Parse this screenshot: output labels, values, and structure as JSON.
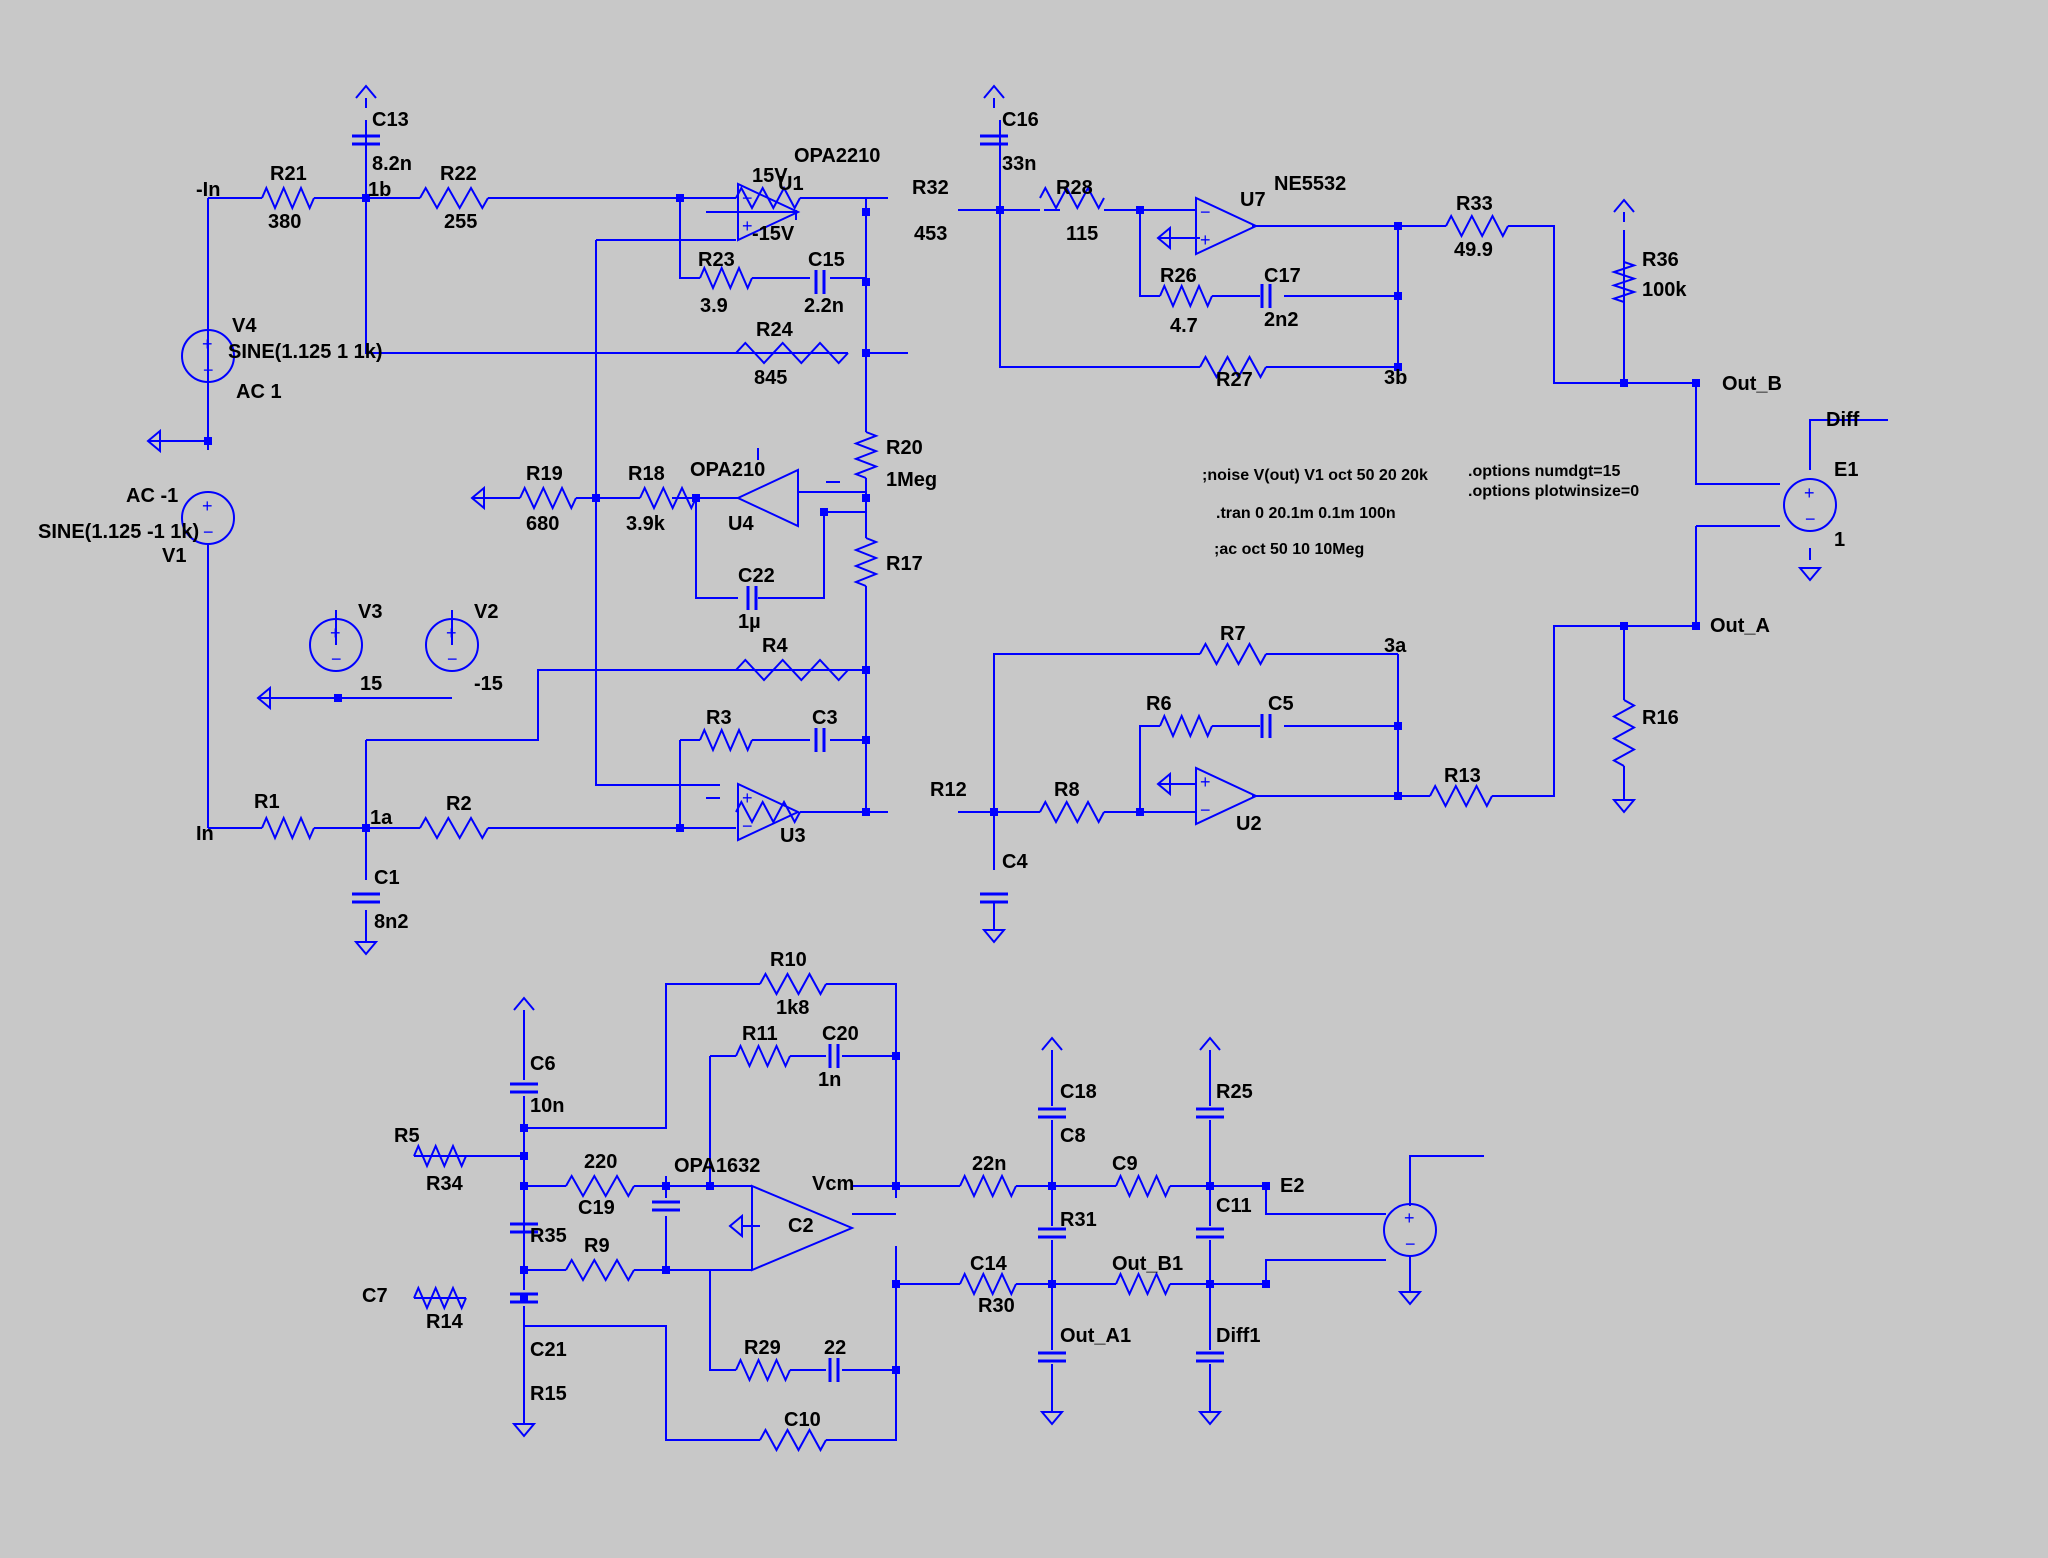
{
  "colors": {
    "background": "#c8c8c8",
    "wire": "#0000ff",
    "text": "#000000"
  },
  "directives": {
    "noise": ";noise V(out) V1 oct 50 20 20k",
    "tran": ".tran 0 20.1m 0.1m 100n",
    "ac": ";ac oct 50 10 10Meg",
    "opt1": ".options numdgt=15",
    "opt2": ".options plotwinsize=0"
  },
  "labels": [
    {
      "text": "C13"
    },
    {
      "text": "8.2n"
    },
    {
      "text": "-In"
    },
    {
      "text": "R21"
    },
    {
      "text": "380"
    },
    {
      "text": "1b"
    },
    {
      "text": "R22"
    },
    {
      "text": "255"
    },
    {
      "text": "U1"
    },
    {
      "text": "OPA2210"
    },
    {
      "text": "15V"
    },
    {
      "text": "-15V"
    },
    {
      "text": "R23"
    },
    {
      "text": "3.9"
    },
    {
      "text": "C15"
    },
    {
      "text": "2.2n"
    },
    {
      "text": "R24"
    },
    {
      "text": "845"
    },
    {
      "text": "V4"
    },
    {
      "text": "SINE(1.125 1 1k)"
    },
    {
      "text": "AC 1"
    },
    {
      "text": "AC -1"
    },
    {
      "text": "SINE(1.125 -1 1k)"
    },
    {
      "text": "V1"
    },
    {
      "text": "R19"
    },
    {
      "text": "680"
    },
    {
      "text": "R18"
    },
    {
      "text": "3.9k"
    },
    {
      "text": "OPA210"
    },
    {
      "text": "U4"
    },
    {
      "text": "C22"
    },
    {
      "text": "1µ"
    },
    {
      "text": "R20"
    },
    {
      "text": "1Meg"
    },
    {
      "text": "R17"
    },
    {
      "text": "V3"
    },
    {
      "text": "V2"
    },
    {
      "text": "15"
    },
    {
      "text": "-15"
    },
    {
      "text": "R4"
    },
    {
      "text": "R3"
    },
    {
      "text": "C3"
    },
    {
      "text": "U3"
    },
    {
      "text": "R1"
    },
    {
      "text": "In"
    },
    {
      "text": "1a"
    },
    {
      "text": "R2"
    },
    {
      "text": "C1"
    },
    {
      "text": "8n2"
    },
    {
      "text": "C16"
    },
    {
      "text": "33n"
    },
    {
      "text": "R32"
    },
    {
      "text": "453"
    },
    {
      "text": "R28"
    },
    {
      "text": "115"
    },
    {
      "text": "U7"
    },
    {
      "text": "NE5532"
    },
    {
      "text": "R26"
    },
    {
      "text": "4.7"
    },
    {
      "text": "C17"
    },
    {
      "text": "2n2"
    },
    {
      "text": "R27"
    },
    {
      "text": "3b"
    },
    {
      "text": "R33"
    },
    {
      "text": "49.9"
    },
    {
      "text": "R36"
    },
    {
      "text": "100k"
    },
    {
      "text": "Out_B"
    },
    {
      "text": "Diff"
    },
    {
      "text": "E1"
    },
    {
      "text": "1"
    },
    {
      "text": "Out_A"
    },
    {
      "text": "R16"
    },
    {
      "text": "R7"
    },
    {
      "text": "3a"
    },
    {
      "text": "R6"
    },
    {
      "text": "C5"
    },
    {
      "text": "R13"
    },
    {
      "text": "U2"
    },
    {
      "text": "R12"
    },
    {
      "text": "R8"
    },
    {
      "text": "C4"
    },
    {
      "text": "R10"
    },
    {
      "text": "1k8"
    },
    {
      "text": "R11"
    },
    {
      "text": "C20"
    },
    {
      "text": "1n"
    },
    {
      "text": "C6"
    },
    {
      "text": "10n"
    },
    {
      "text": "R5"
    },
    {
      "text": "R34"
    },
    {
      "text": "220"
    },
    {
      "text": "C19"
    },
    {
      "text": "OPA1632"
    },
    {
      "text": "Vcm"
    },
    {
      "text": "C2"
    },
    {
      "text": "R35"
    },
    {
      "text": "R9"
    },
    {
      "text": "C7"
    },
    {
      "text": "R14"
    },
    {
      "text": "C21"
    },
    {
      "text": "R15"
    },
    {
      "text": "R29"
    },
    {
      "text": "22"
    },
    {
      "text": "C10"
    },
    {
      "text": "22n"
    },
    {
      "text": "R30"
    },
    {
      "text": "C18"
    },
    {
      "text": "C8"
    },
    {
      "text": "C9"
    },
    {
      "text": "R25"
    },
    {
      "text": "R31"
    },
    {
      "text": "C11"
    },
    {
      "text": "C14"
    },
    {
      "text": "Out_B1"
    },
    {
      "text": "Out_A1"
    },
    {
      "text": "Diff1"
    },
    {
      "text": "E2"
    }
  ]
}
